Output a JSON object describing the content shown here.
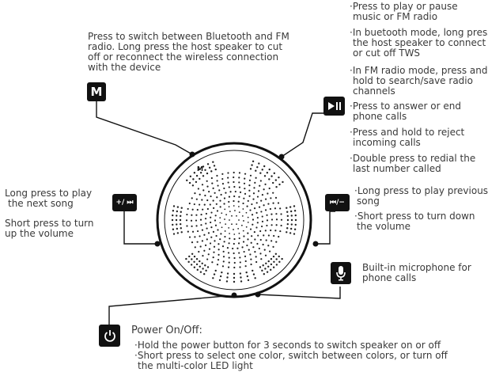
{
  "mode_button": {
    "icon_label": "M",
    "description_line1": "Press to switch between Bluetooth and FM",
    "description_line2": "radio.  Long press the host speaker to cut",
    "description_line3": "off or reconnect the wireless connection",
    "description_line4": "with the device"
  },
  "play_button": {
    "icon": "play-pause-icon",
    "items": [
      {
        "line1": "Press to play or pause",
        "line2": "music or FM radio",
        "line3": ""
      },
      {
        "line1": "In buetooth mode, long press",
        "line2": "the host speaker to connect",
        "line3": "or cut off TWS"
      },
      {
        "line1": "In FM radio mode, press and",
        "line2": "hold to search/save radio",
        "line3": "channels"
      },
      {
        "line1": "Press to answer or end",
        "line2": "phone calls",
        "line3": ""
      },
      {
        "line1": "Press and hold to reject",
        "line2": "incoming calls",
        "line3": ""
      },
      {
        "line1": "Double press to redial the",
        "line2": "last number called",
        "line3": ""
      }
    ]
  },
  "next_button": {
    "icon_label": "+/ ⏭",
    "long_press_line1": "Long press to play",
    "long_press_line2": "the next song",
    "short_press_line1": "Short press to turn",
    "short_press_line2": "up the volume"
  },
  "prev_button": {
    "icon_label": "⏮/−",
    "long_press_line1": "Long press to play previous",
    "long_press_line2": "song",
    "short_press_line1": "Short press to turn down",
    "short_press_line2": "the volume"
  },
  "microphone": {
    "icon": "microphone-icon",
    "line1": "Built-in microphone for",
    "line2": "phone calls"
  },
  "power_button": {
    "icon": "power-icon",
    "title": "Power On/Off:",
    "line1": "Hold the power button for 3 seconds to switch speaker on or off",
    "line2": "Short press to select one color, switch between colors, or turn off",
    "line3": "the multi-color LED light"
  },
  "speaker": {
    "m_label": "M",
    "bullet": "·"
  }
}
